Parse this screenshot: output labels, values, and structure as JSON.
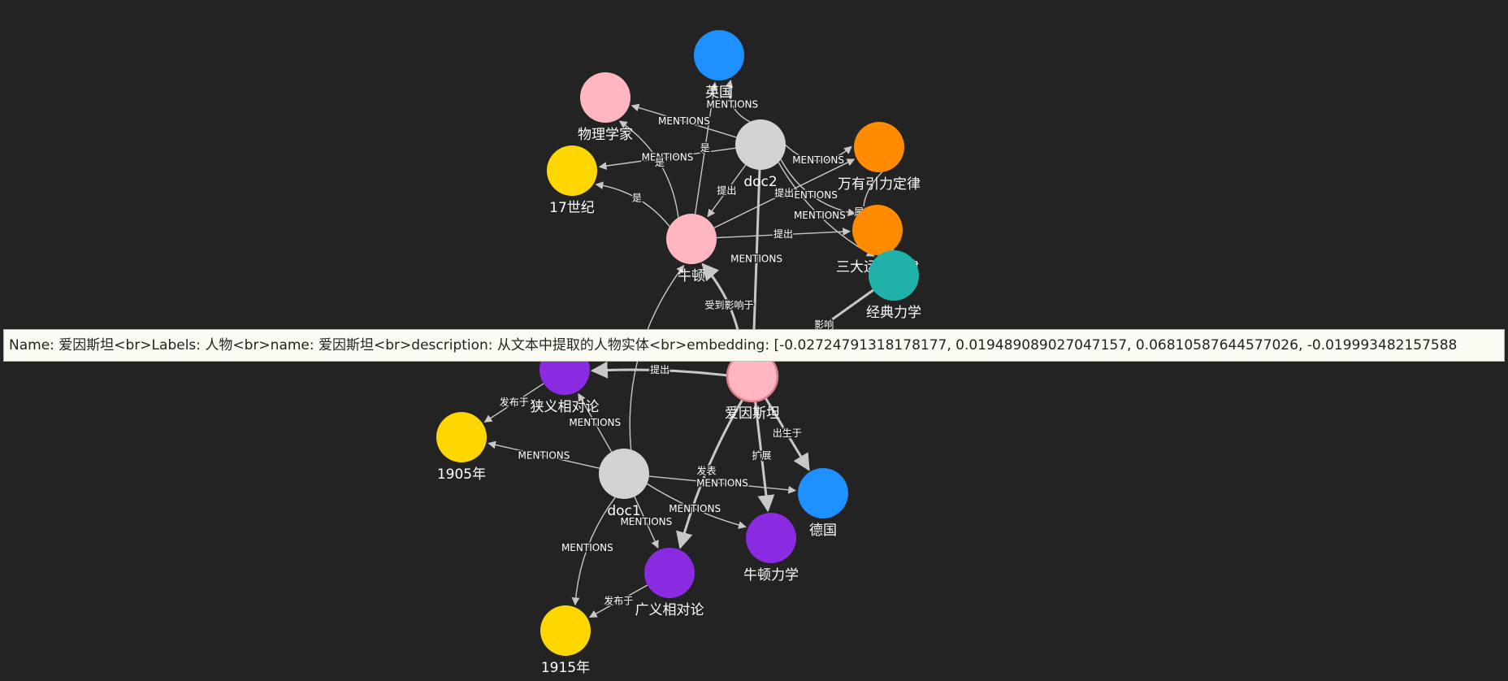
{
  "colors": {
    "background": "#232323",
    "edge": "#c8c8c8",
    "edge_label": "#ffffff",
    "node_label": "#ffffff",
    "tooltip_bg": "#fbfbf3",
    "tooltip_text": "#222222",
    "category": {
      "document": "#d3d3d3",
      "person": "#ffb6c1",
      "country": "#1e90ff",
      "time": "#ffd700",
      "law": "#ff8c00",
      "theory": "#8a2be2",
      "field": "#20b2aa"
    }
  },
  "graph": {
    "nodes": [
      {
        "id": "yingguo",
        "label": "英国",
        "category": "country"
      },
      {
        "id": "wulixuejia",
        "label": "物理学家",
        "category": "person"
      },
      {
        "id": "doc2",
        "label": "doc2",
        "category": "document"
      },
      {
        "id": "wanyou",
        "label": "万有引力定律",
        "category": "law"
      },
      {
        "id": "shiqi",
        "label": "17世纪",
        "category": "time"
      },
      {
        "id": "niudun",
        "label": "牛顿",
        "category": "person"
      },
      {
        "id": "sanda",
        "label": "三大运动定律",
        "category": "law"
      },
      {
        "id": "jingdian",
        "label": "经典力学",
        "category": "field"
      },
      {
        "id": "xiayi",
        "label": "狭义相对论",
        "category": "theory"
      },
      {
        "id": "aiyinsitan",
        "label": "爱因斯坦",
        "category": "person",
        "highlight": true
      },
      {
        "id": "y1905",
        "label": "1905年",
        "category": "time"
      },
      {
        "id": "doc1",
        "label": "doc1",
        "category": "document"
      },
      {
        "id": "deguo",
        "label": "德国",
        "category": "country"
      },
      {
        "id": "niudunlixue",
        "label": "牛顿力学",
        "category": "theory"
      },
      {
        "id": "guangyi",
        "label": "广义相对论",
        "category": "theory"
      },
      {
        "id": "y1915",
        "label": "1915年",
        "category": "time"
      }
    ],
    "edges": [
      {
        "source": "doc2",
        "target": "yingguo",
        "label": "MENTIONS"
      },
      {
        "source": "doc2",
        "target": "wulixuejia",
        "label": "MENTIONS"
      },
      {
        "source": "doc2",
        "target": "shiqi",
        "label": "MENTIONS"
      },
      {
        "source": "doc2",
        "target": "wanyou",
        "label": "MENTIONS"
      },
      {
        "source": "doc2",
        "target": "sanda",
        "label": "MENTIONS"
      },
      {
        "source": "doc2",
        "target": "jingdian",
        "label": "MENTIONS"
      },
      {
        "source": "doc2",
        "target": "aiyinsitan",
        "label": "MENTIONS"
      },
      {
        "source": "doc2",
        "target": "niudun",
        "label": "提出"
      },
      {
        "source": "niudun",
        "target": "yingguo",
        "label": "是"
      },
      {
        "source": "niudun",
        "target": "wulixuejia",
        "label": "是"
      },
      {
        "source": "niudun",
        "target": "shiqi",
        "label": "是"
      },
      {
        "source": "niudun",
        "target": "wanyou",
        "label": "提出"
      },
      {
        "source": "niudun",
        "target": "sanda",
        "label": "提出"
      },
      {
        "source": "wanyou",
        "target": "jingdian",
        "label": "属于"
      },
      {
        "source": "sanda",
        "target": "jingdian",
        "label": "属于"
      },
      {
        "source": "aiyinsitan",
        "target": "niudun",
        "label": "受到影响于"
      },
      {
        "source": "jingdian",
        "target": "aiyinsitan",
        "label": "影响"
      },
      {
        "source": "aiyinsitan",
        "target": "xiayi",
        "label": "提出"
      },
      {
        "source": "xiayi",
        "target": "y1905",
        "label": "发布于"
      },
      {
        "source": "doc1",
        "target": "xiayi",
        "label": "MENTIONS"
      },
      {
        "source": "doc1",
        "target": "y1905",
        "label": "MENTIONS"
      },
      {
        "source": "doc1",
        "target": "deguo",
        "label": "MENTIONS"
      },
      {
        "source": "doc1",
        "target": "niudunlixue",
        "label": "MENTIONS"
      },
      {
        "source": "doc1",
        "target": "guangyi",
        "label": "MENTIONS"
      },
      {
        "source": "doc1",
        "target": "y1915",
        "label": "MENTIONS"
      },
      {
        "source": "doc1",
        "target": "niudun",
        "label": ""
      },
      {
        "source": "aiyinsitan",
        "target": "deguo",
        "label": "出生于"
      },
      {
        "source": "aiyinsitan",
        "target": "niudunlixue",
        "label": "扩展"
      },
      {
        "source": "aiyinsitan",
        "target": "guangyi",
        "label": "发表"
      },
      {
        "source": "guangyi",
        "target": "y1915",
        "label": "发布于"
      }
    ]
  },
  "tooltip": {
    "text": "Name: 爱因斯坦<br>Labels: 人物<br>name: 爱因斯坦<br>description: 从文本中提取的人物实体<br>embedding: [-0.02724791318178177, 0.019489089027047157, 0.06810587644577026, -0.019993482157588"
  }
}
